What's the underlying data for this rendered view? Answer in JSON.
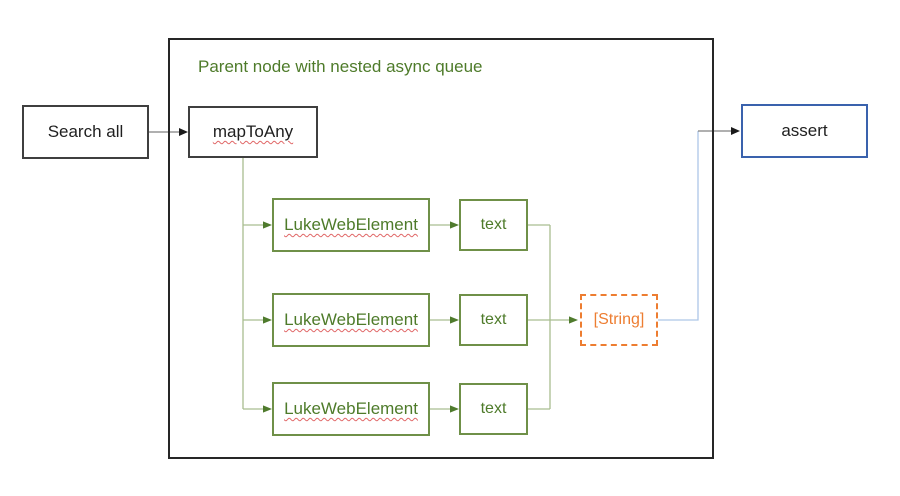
{
  "diagram": {
    "container": {
      "title": "Parent node with nested async queue"
    },
    "nodes": {
      "search_all": {
        "label": "Search all"
      },
      "map_to_any": {
        "label": "mapToAny"
      },
      "string": {
        "label": "[String]"
      },
      "assert": {
        "label": "assert"
      }
    },
    "rows": [
      {
        "element": "LukeWebElement",
        "output": "text"
      },
      {
        "element": "LukeWebElement",
        "output": "text"
      },
      {
        "element": "LukeWebElement",
        "output": "text"
      }
    ],
    "colors": {
      "green_text": "#4e7b2a",
      "green_border": "#6f9048",
      "green_line": "#a9bd90",
      "orange": "#ED7D31",
      "blue_border": "#3a62ad",
      "blue_line": "#aec6e8",
      "gray_line": "#808080",
      "black_border": "#3f3f3f",
      "container_border": "#262626",
      "spellcheck_red": "#e06666"
    }
  }
}
